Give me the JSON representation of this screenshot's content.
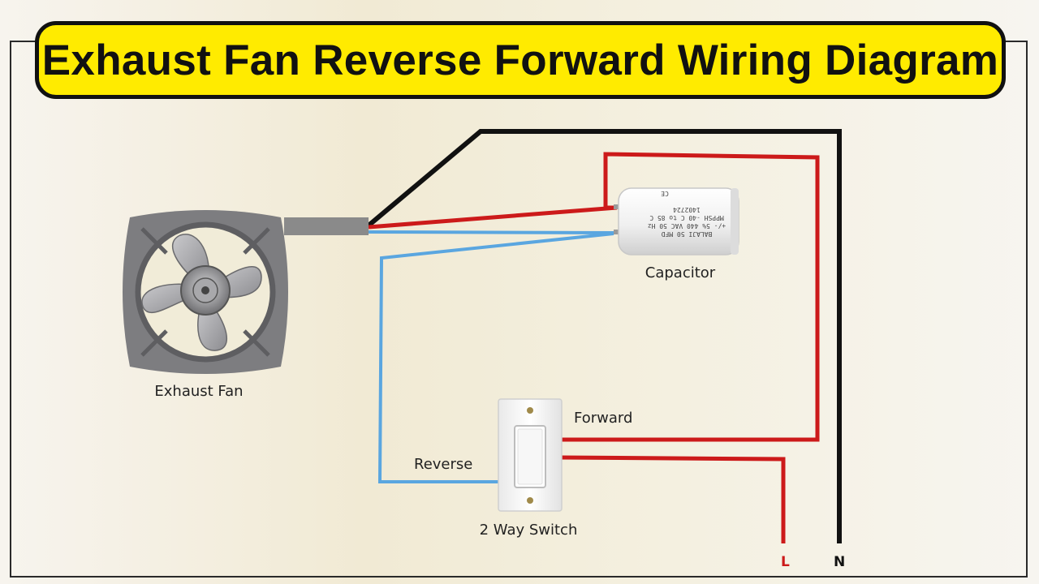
{
  "title": "Exhaust Fan Reverse Forward Wiring Diagram",
  "labels": {
    "exhaust_fan": "Exhaust Fan",
    "capacitor": "Capacitor",
    "switch": "2 Way Switch",
    "forward": "Forward",
    "reverse": "Reverse",
    "live": "L",
    "neutral": "N"
  },
  "capacitor_markings": {
    "line1": "BALAJI 50 MFD",
    "line2": "+/- 5% 440 VAC 50 Hz",
    "line3": "MPPSH -40 C to 85 C",
    "line4": "1402724",
    "ce": "CE"
  },
  "colors": {
    "banner": "#ffeb00",
    "live_wire": "#cc1a1a",
    "neutral_wire": "#111111",
    "reverse_wire": "#5aa6e0",
    "fan_body": "#7d7d80",
    "cable": "#8a8a8a"
  }
}
